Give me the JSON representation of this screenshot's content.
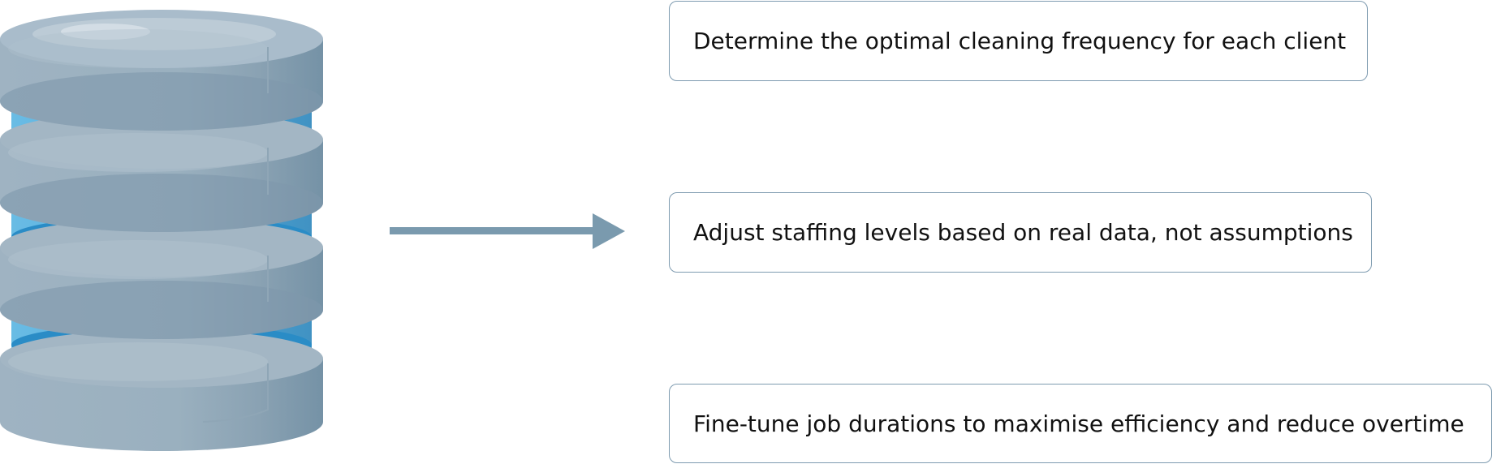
{
  "colors": {
    "disk_top": "#a7b9c7",
    "disk_side": "#8ea5b6",
    "disk_dark": "#7592a6",
    "glow": "#2f96cf",
    "arrow": "#7a9aae",
    "card_border": "#7e9bb0",
    "text": "#111111"
  },
  "icons": {
    "database": "database-stack-icon",
    "arrow": "arrow-right-icon"
  },
  "cards": [
    {
      "text": "Determine the optimal cleaning frequency for each client"
    },
    {
      "text": "Adjust staffing levels based on real data, not assumptions"
    },
    {
      "text": "Fine-tune job durations to maximise efficiency and reduce overtime"
    }
  ]
}
